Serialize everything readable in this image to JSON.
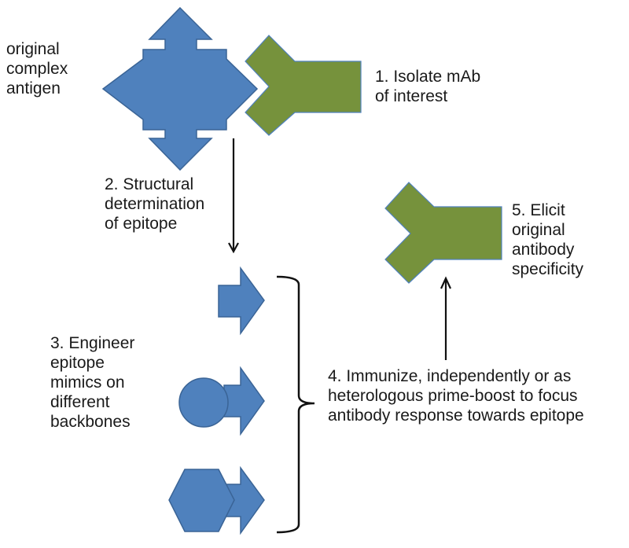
{
  "diagram": {
    "colors": {
      "antigen": "#4f81bd",
      "antibody": "#76923c",
      "arrow": "#111111"
    },
    "labels": {
      "antigen": "original\ncomplex\nantigen",
      "step1": "1. Isolate mAb\nof interest",
      "step2": "2. Structural\ndetermination\nof epitope",
      "step3": "3. Engineer\nepitope\nmimics on\ndifferent\nbackbones",
      "step4": "4. Immunize, independently or as\nheterologous prime-boost to focus\nantibody response towards epitope",
      "step5": "5. Elicit\noriginal\nantibody\nspecificity"
    },
    "mimics": [
      "arrow-only",
      "circle-backbone",
      "hexagon-backbone"
    ]
  }
}
